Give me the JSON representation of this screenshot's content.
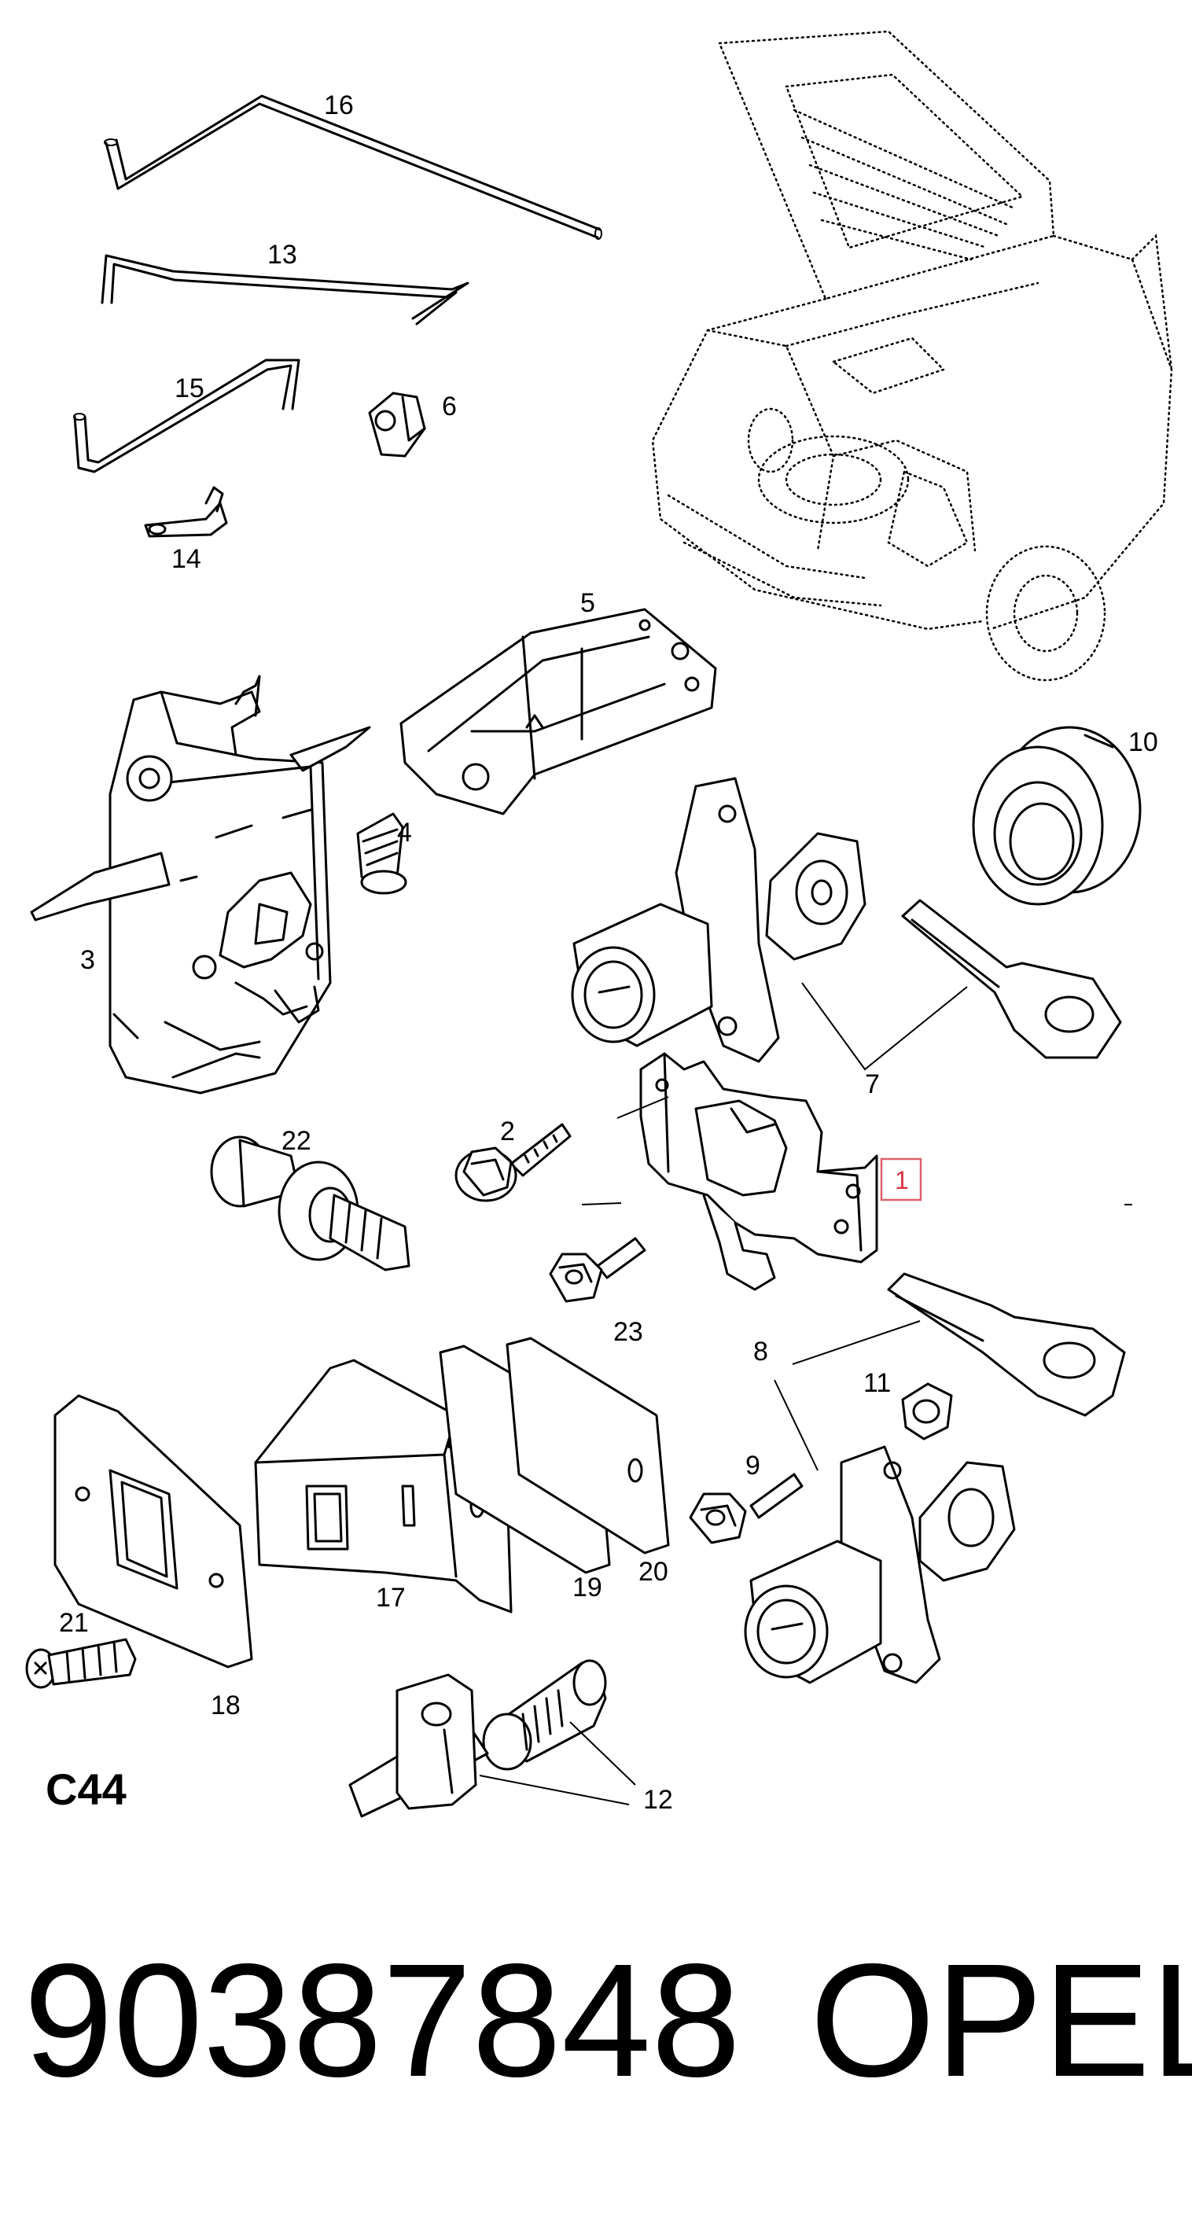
{
  "diagram": {
    "section_code": "C44",
    "part_number": "90387848",
    "brand": "OPEL",
    "highlighted_callout": "1",
    "highlight_color": "#e0606a",
    "callouts": [
      "2",
      "3",
      "4",
      "5",
      "6",
      "7",
      "8",
      "9",
      "10",
      "11",
      "12",
      "13",
      "14",
      "15",
      "16",
      "17",
      "18",
      "19",
      "20",
      "21",
      "22",
      "23"
    ]
  }
}
